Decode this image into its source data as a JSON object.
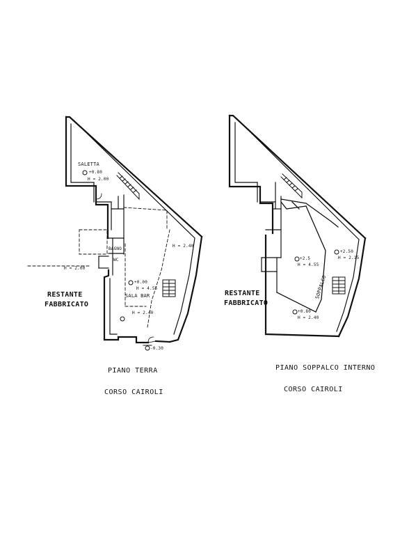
{
  "plans": {
    "left": {
      "caption": "PIANO TERRA",
      "street": "CORSO CAIROLI",
      "side_label": [
        "RESTANTE",
        "FABBRICATO"
      ],
      "rooms": {
        "saletta": "SALETTA",
        "saletta_level": "+0.80",
        "saletta_height": "H = 2.00",
        "sala_bar": "SALA BAR",
        "bar_level": "+0.00",
        "bar_height": "H = 4.55",
        "h_right": "H = 2.40",
        "h_bottom": "H = 2.40",
        "h_left": "H = 2.00",
        "small_room": "BAGNO",
        "wc": "WC",
        "entrance": "-0.30"
      }
    },
    "right": {
      "caption": "PIANO SOPPALCO INTERNO",
      "street": "CORSO CAIROLI",
      "side_label": [
        "RESTANTE",
        "FABBRICATO"
      ],
      "rooms": {
        "soppalco": "SOPPALCO",
        "mid_level": "+2.5",
        "mid_height": "H = 4.55",
        "right_level": "+2.50",
        "right_height": "H = 2.15",
        "bottom_level": "+0.80",
        "bottom_height": "H = 2.40"
      }
    }
  }
}
